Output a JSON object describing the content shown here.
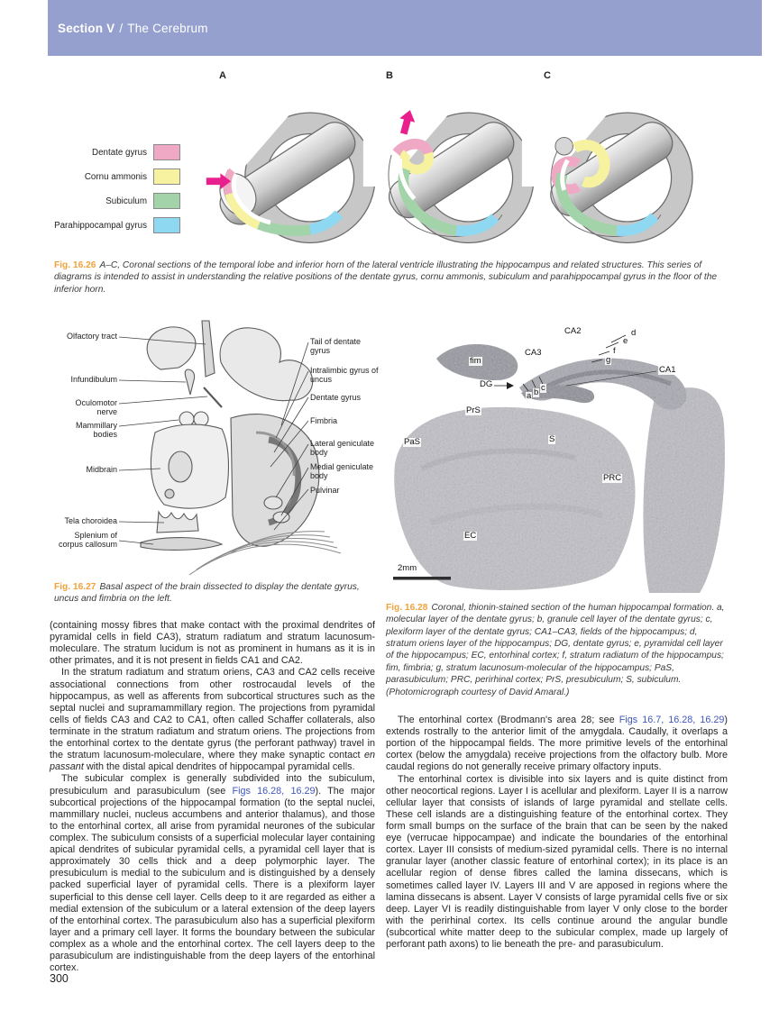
{
  "header": {
    "section_label": "Section V",
    "divider": "/",
    "title": "The Cerebrum"
  },
  "page_number": "300",
  "colors": {
    "header_band": "#95a0cf",
    "caption_orange": "#f0a23c",
    "link_blue": "#3f57be",
    "arrow_magenta": "#e91f8e"
  },
  "fig26": {
    "panel_letters": [
      "A",
      "B",
      "C"
    ],
    "legend": [
      {
        "label": "Dentate gyrus",
        "color": "#f0a9c5"
      },
      {
        "label": "Cornu ammonis",
        "color": "#f6f2a0"
      },
      {
        "label": "Subiculum",
        "color": "#a3d3a9"
      },
      {
        "label": "Parahippocampal gyrus",
        "color": "#8fd8f2"
      }
    ],
    "caption_label": "Fig. 16.26",
    "caption": "A–C, Coronal sections of the temporal lobe and inferior horn of the lateral ventricle illustrating the hippocampus and related structures. This series of diagrams is intended to assist in understanding the relative positions of the dentate gyrus, cornu ammonis, subiculum and parahippocampal gyrus in the floor of the inferior horn."
  },
  "fig27": {
    "labels_left": [
      "Olfactory tract",
      "Infundibulum",
      "Oculomotor nerve",
      "Mammillary bodies",
      "Midbrain",
      "Tela choroidea",
      "Splenium of corpus callosum"
    ],
    "labels_right": [
      "Tail of dentate gyrus",
      "Intralimbic gyrus of uncus",
      "Dentate gyrus",
      "Fimbria",
      "Lateral geniculate body",
      "Medial geniculate body",
      "Pulvinar"
    ],
    "caption_label": "Fig. 16.27",
    "caption": "Basal aspect of the brain dissected to display the dentate gyrus, uncus and fimbria on the left."
  },
  "fig28": {
    "labels": [
      {
        "t": "fim"
      },
      {
        "t": "CA3"
      },
      {
        "t": "CA2"
      },
      {
        "t": "d"
      },
      {
        "t": "e"
      },
      {
        "t": "f"
      },
      {
        "t": "g"
      },
      {
        "t": "CA1"
      },
      {
        "t": "DG"
      },
      {
        "t": "a"
      },
      {
        "t": "b"
      },
      {
        "t": "c"
      },
      {
        "t": "PrS"
      },
      {
        "t": "PaS"
      },
      {
        "t": "S"
      },
      {
        "t": "PRC"
      },
      {
        "t": "EC"
      }
    ],
    "scale_bar": "2mm",
    "caption_label": "Fig. 16.28",
    "caption": "Coronal, thionin-stained section of the human hippocampal formation. a, molecular layer of the dentate gyrus; b, granule cell layer of the dentate gyrus; c, plexiform layer of the dentate gyrus; CA1–CA3, fields of the hippocampus; d, stratum oriens layer of the hippocampus; DG, dentate gyrus; e, pyramidal cell layer of the hippocampus; EC, entorhinal cortex; f, stratum radiatum of the hippocampus; fim, fimbria; g, stratum lacunosum-molecular of the hippocampus; PaS, parasubiculum; PRC, perirhinal cortex; PrS, presubiculum; S, subiculum. (Photomicrograph courtesy of David Amaral.)"
  },
  "body_left": {
    "p1": [
      {
        "t": "(containing mossy fibres that make contact with the proximal dendrites of pyramidal cells in field CA3), stratum radiatum and stratum lacunosum-moleculare. The stratum lucidum is not as prominent in humans as it is in other primates, and it is not present in fields CA1 and CA2."
      }
    ],
    "p2": [
      {
        "t": "In the stratum radiatum and stratum oriens, CA3 and CA2 cells receive associational connections from other rostrocaudal levels of the hippocampus, as well as afferents from subcortical structures such as the septal nuclei and supramammillary region. The projections from pyramidal cells of fields CA3 and CA2 to CA1, often called Schaffer collaterals, also terminate in the stratum radiatum and stratum oriens. The projections from the entorhinal cortex to the dentate gyrus (the perforant pathway) travel in the stratum lacunosum-moleculare, where they make synaptic contact "
      },
      {
        "t": "en passant",
        "s": "i"
      },
      {
        "t": " with the distal apical dendrites of hippocampal pyramidal cells."
      }
    ],
    "p3": [
      {
        "t": "The subicular complex is generally subdivided into the subiculum, presubiculum and parasubiculum (see "
      },
      {
        "t": "Figs 16.28, 16.29",
        "s": "link"
      },
      {
        "t": "). The major subcortical projections of the hippocampal formation (to the septal nuclei, mammillary nuclei, nucleus accumbens and anterior thalamus), and those to the entorhinal cortex, all arise from pyramidal neurones of the subicular complex. The subiculum consists of a superficial molecular layer containing apical dendrites of subicular pyramidal cells, a pyramidal cell layer that is approximately 30 cells thick and a deep polymorphic layer. The presubiculum is medial to the subiculum and is distinguished by a densely packed superficial layer of pyramidal cells. There is a plexiform layer superficial to this dense cell layer. Cells deep to it are regarded as either a medial extension of the subiculum or a lateral extension of the deep layers of the entorhinal cortex. The parasubiculum also has a superficial plexiform layer and a primary cell layer. It forms the boundary between the subicular complex as a whole and the entorhinal cortex. The cell layers deep to the parasubiculum are indistinguishable from the deep layers of the entorhinal cortex."
      }
    ]
  },
  "body_right": {
    "p1": [
      {
        "t": "The entorhinal cortex (Brodmann's area 28; see "
      },
      {
        "t": "Figs 16.7, 16.28, 16.29",
        "s": "link"
      },
      {
        "t": ") extends rostrally to the anterior limit of the amygdala. Caudally, it overlaps a portion of the hippocampal fields. The more primitive levels of the entorhinal cortex (below the amygdala) receive projections from the olfactory bulb. More caudal regions do not generally receive primary olfactory inputs."
      }
    ],
    "p2": [
      {
        "t": "The entorhinal cortex is divisible into six layers and is quite distinct from other neocortical regions. Layer I is acellular and plexiform. Layer II is a narrow cellular layer that consists of islands of large pyramidal and stellate cells. These cell islands are a distinguishing feature of the entorhinal cortex. They form small bumps on the surface of the brain that can be seen by the naked eye (verrucae hippocampae) and indicate the boundaries of the entorhinal cortex. Layer III consists of medium-sized pyramidal cells. There is no internal granular layer (another classic feature of entorhinal cortex); in its place is an acellular region of dense fibres called the lamina dissecans, which is sometimes called layer IV. Layers III and V are apposed in regions where the lamina dissecans is absent. Layer V consists of large pyramidal cells five or six deep. Layer VI is readily distinguishable from layer V only close to the border with the perirhinal cortex. Its cells continue around the angular bundle (subcortical white matter deep to the subicular complex, made up largely of perforant path axons) to lie beneath the pre- and parasubiculum."
      }
    ]
  }
}
